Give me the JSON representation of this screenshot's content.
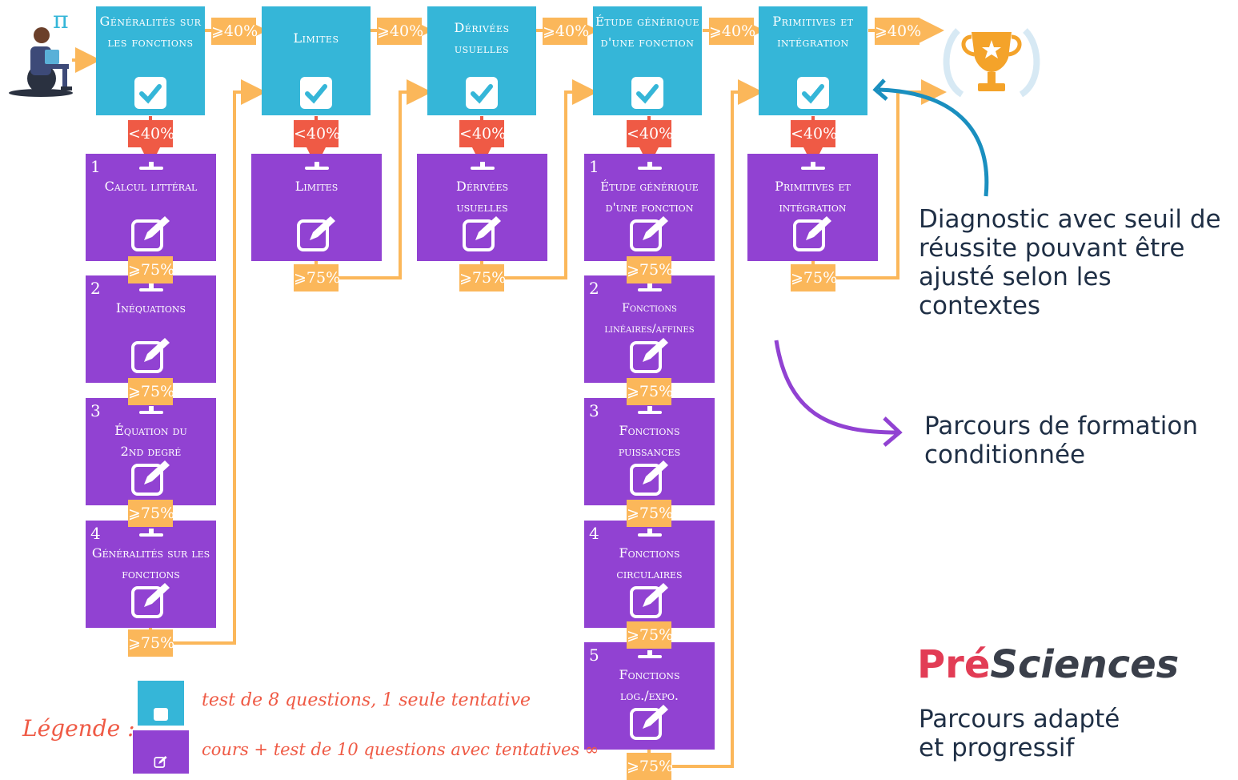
{
  "thresholds": {
    "pass": "⩾40%",
    "fail": "<40%",
    "course_pass": "⩾75%"
  },
  "diagnostics": [
    {
      "title": "Généralités sur les fonctions"
    },
    {
      "title": "Limites"
    },
    {
      "title": "Dérivées usuelles"
    },
    {
      "title": "Étude générique d'une fonction"
    },
    {
      "title": "Primitives et intégration"
    }
  ],
  "courses": {
    "col1": [
      {
        "num": "1",
        "title": "Calcul littéral"
      },
      {
        "num": "2",
        "title": "Inéquations"
      },
      {
        "num": "3",
        "title": "Équation du 2nd degré"
      },
      {
        "num": "4",
        "title": "Généralités sur les fonctions"
      }
    ],
    "col2": [
      {
        "num": "",
        "title": "Limites"
      }
    ],
    "col3": [
      {
        "num": "",
        "title": "Dérivées usuelles"
      }
    ],
    "col4": [
      {
        "num": "1",
        "title": "Étude générique d'une fonction"
      },
      {
        "num": "2",
        "title": "Fonctions linéaires/affines"
      },
      {
        "num": "3",
        "title": "Fonctions puissances"
      },
      {
        "num": "4",
        "title": "Fonctions circulaires"
      },
      {
        "num": "5",
        "title": "Fonctions log./expo."
      }
    ],
    "col5": [
      {
        "num": "",
        "title": "Primitives et intégration"
      }
    ]
  },
  "annotations": {
    "diagnostic": "Diagnostic avec seuil de réussite pouvant être ajusté selon les contextes",
    "parcours": "Parcours de formation conditionnée"
  },
  "legend": {
    "label": "Légende :",
    "diag_desc": "test de 8 questions, 1 seule tentative",
    "course_desc": "cours + test de 10 questions avec tentatives ∞"
  },
  "brand": {
    "name_a": "Pré",
    "name_b": "Sciences",
    "tagline": "Parcours adapté et progressif"
  },
  "colors": {
    "diagnostic": "#35b6d8",
    "course": "#9142d2",
    "pass": "#fbb75a",
    "fail": "#ef5a45",
    "annot_blue": "#1a8fbf",
    "annot_purple": "#9142d2",
    "text_dark": "#1f2f45"
  },
  "icons": [
    "person-reading-icon",
    "pi-icon",
    "check-icon",
    "edit-icon",
    "trophy-icon"
  ]
}
